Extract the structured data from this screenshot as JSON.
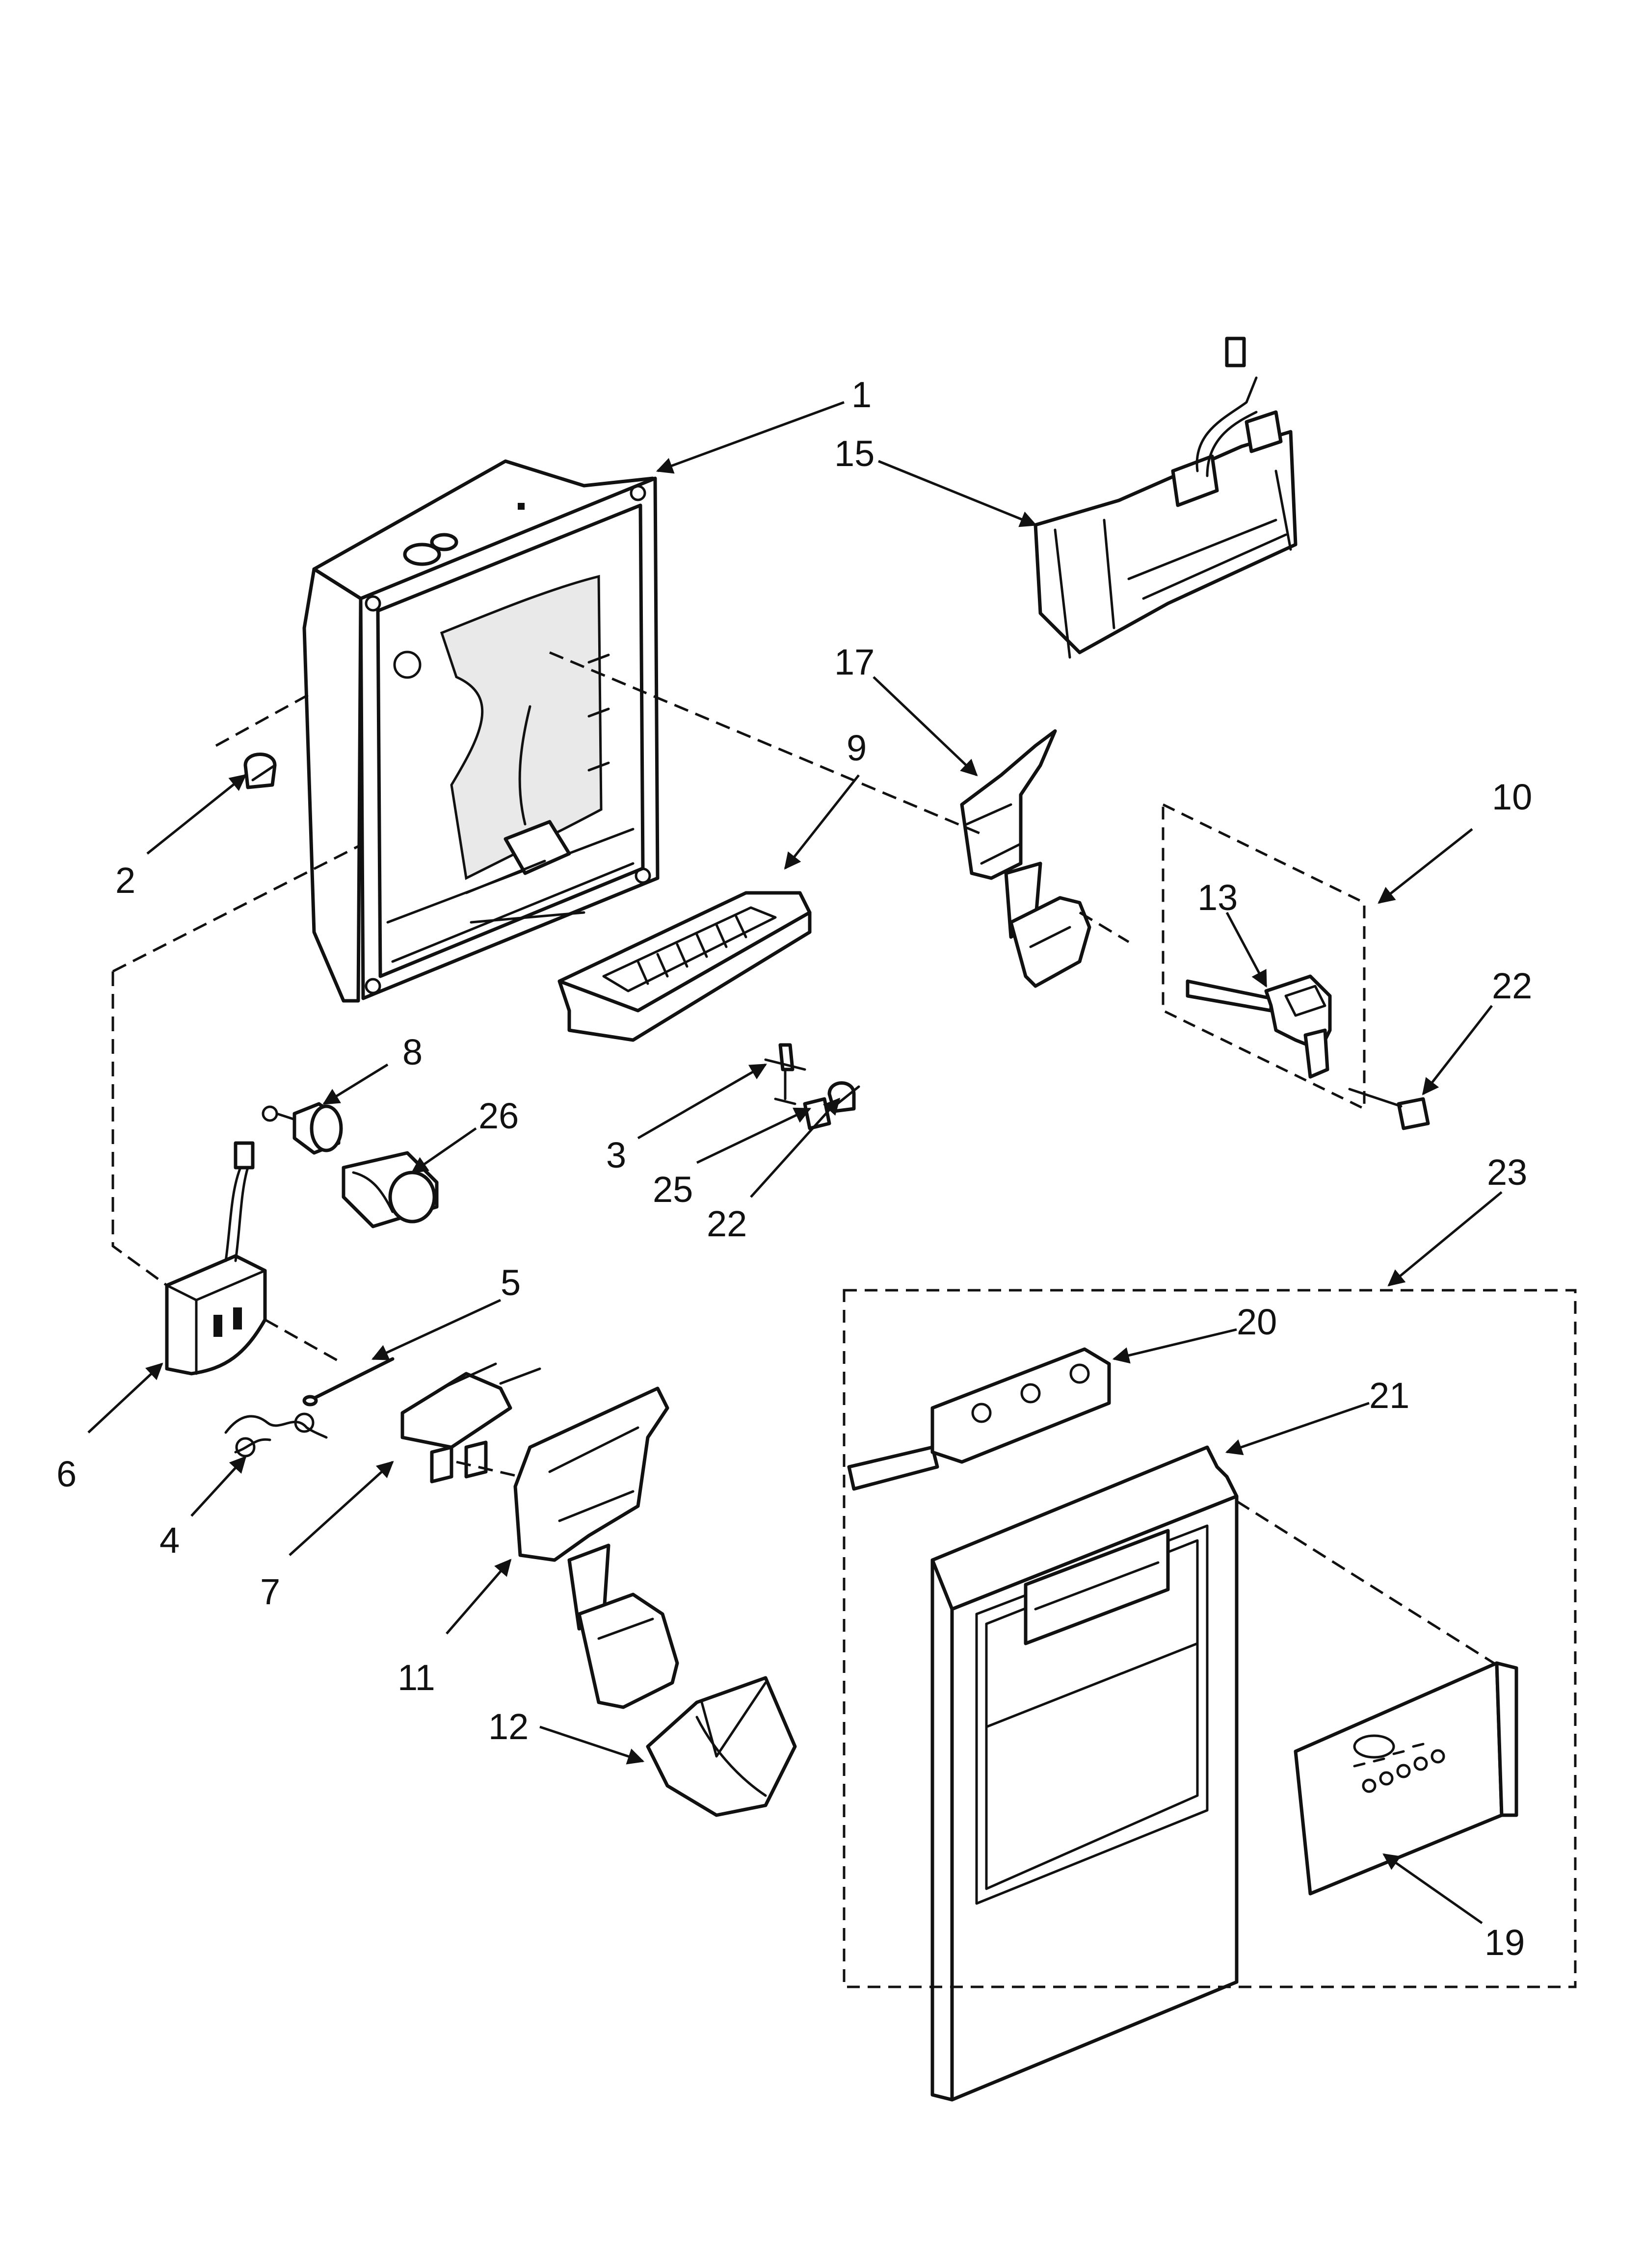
{
  "callouts": {
    "c1": "1",
    "c2": "2",
    "c3": "3",
    "c4": "4",
    "c5": "5",
    "c6": "6",
    "c7": "7",
    "c8": "8",
    "c9": "9",
    "c10": "10",
    "c11": "11",
    "c12": "12",
    "c13": "13",
    "c15": "15",
    "c17": "17",
    "c19": "19",
    "c20": "20",
    "c21": "21",
    "c22a": "22",
    "c22b": "22",
    "c23": "23",
    "c25": "25",
    "c26": "26"
  },
  "colors": {
    "ink": "#111111",
    "paper": "#ffffff"
  }
}
